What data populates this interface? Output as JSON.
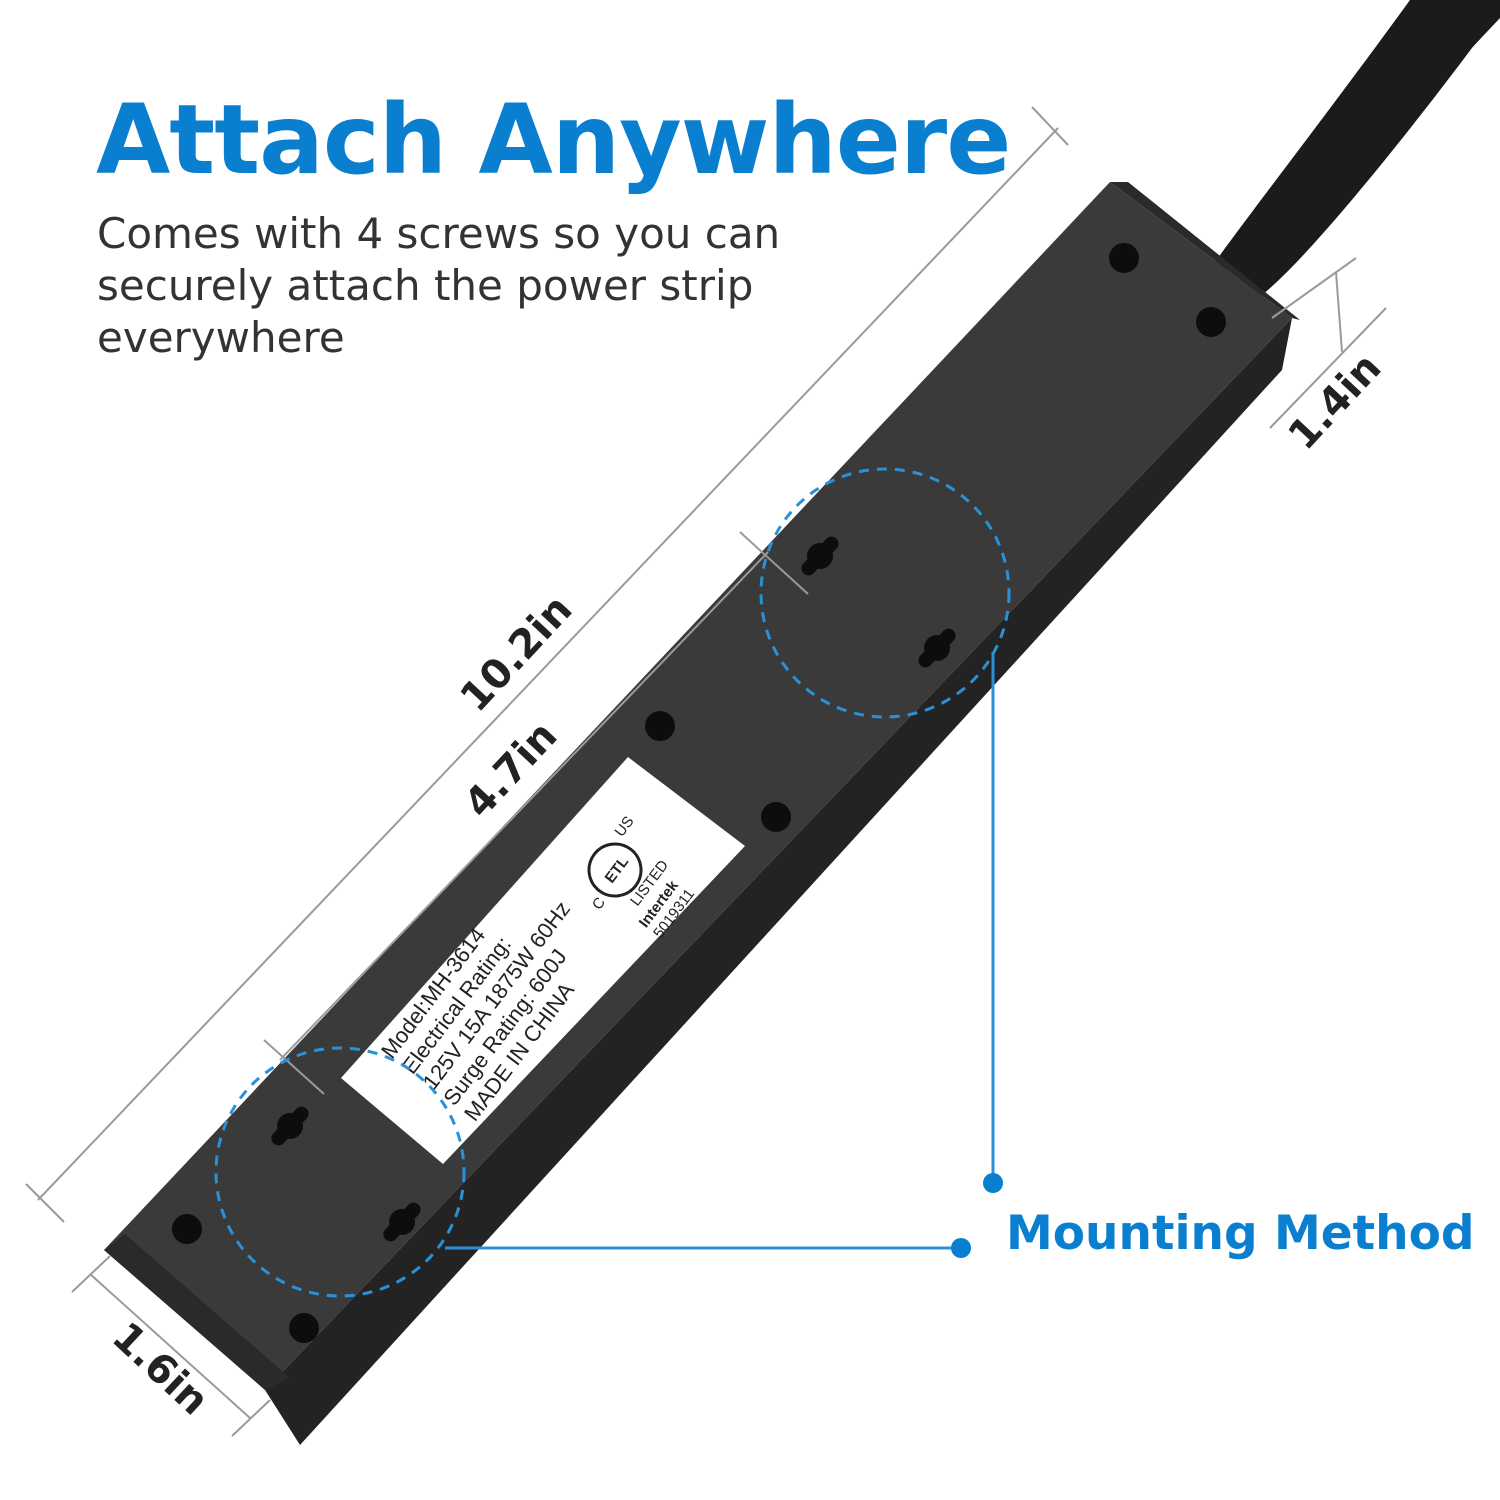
{
  "headline": "Attach Anywhere",
  "subtitle": "Comes with 4 screws so you can securely attach the power strip everywhere",
  "callout_label": "Mounting Method",
  "dimensions": {
    "length": "10.2in",
    "hole_spacing": "4.7in",
    "width": "1.6in",
    "height": "1.4in"
  },
  "label_sticker": {
    "model": "Model:MH-3614",
    "rating_title": "Electrical Rating:",
    "rating_values": "125V 15A 1875W 60Hz",
    "surge": "Surge Rating: 600J",
    "origin": "MADE IN CHINA"
  },
  "certification": {
    "mark_letters": "ETL",
    "country_left": "C",
    "country_right": "US",
    "listed_text": "LISTED",
    "company": "Intertek",
    "number": "5019311"
  },
  "colors": {
    "accent": "#0a7fd0",
    "body_text": "#333333",
    "strip_body": "#3a3a3a",
    "strip_edge": "#232323",
    "cord": "#1b1b1b",
    "dimension_line": "#9a9a9a"
  },
  "icons": [
    "keyhole-slot-icon",
    "screw-hole-icon",
    "etl-mark-icon"
  ]
}
